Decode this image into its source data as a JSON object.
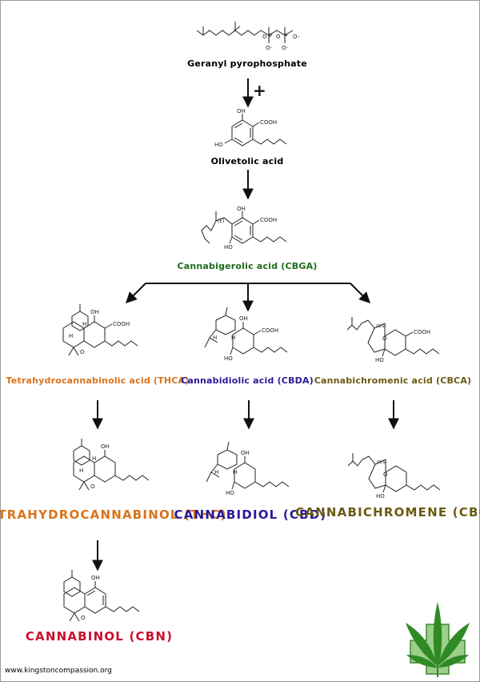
{
  "colors": {
    "black": "#111111",
    "green": "#1e6b1e",
    "orange": "#d9731a",
    "blue": "#2a1a9a",
    "olive": "#6b5a12",
    "red": "#c8102e"
  },
  "compounds": {
    "gpp": "Geranyl pyrophosphate",
    "olivetolic": "Olivetolic acid",
    "cbga": "Cannabigerolic acid (CBGA)",
    "thca": "Tetrahydrocannabinolic acid (THCA)",
    "cbda": "Cannabidiolic acid (CBDA)",
    "cbca": "Cannabichromenic acid (CBCA)",
    "thc": "TETRAHYDROCANNABINOL (THC)",
    "cbd": "CANNABIDIOL (CBD)",
    "cbc": "CANNABICHROMENE (CBC)",
    "cbn": "CANNABINOL (CBN)"
  },
  "plus_sign": "+",
  "structure_labels": {
    "cooh": "COOH",
    "oh": "OH",
    "ho": "HO",
    "o": "O",
    "h": "H",
    "o_minus": "O-",
    "p": "P",
    "e": "(E)",
    "rs": "(R/S)"
  },
  "footer": "www.kingstoncompassion.org",
  "logo": {
    "name": "cannabis-leaf-logo"
  }
}
